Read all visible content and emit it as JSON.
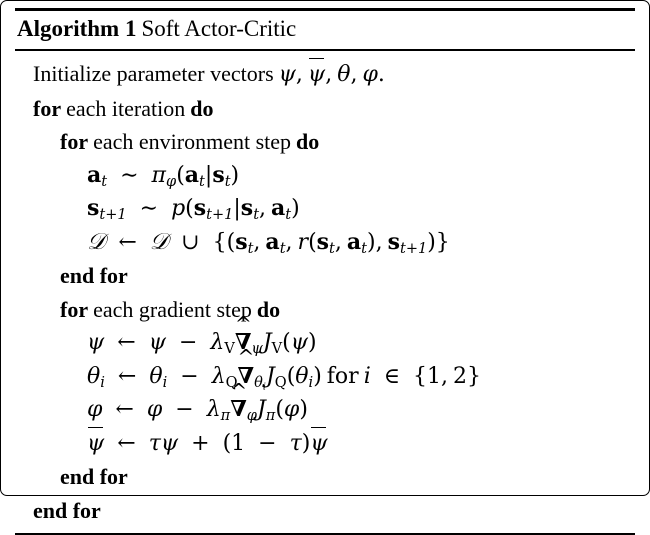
{
  "algorithm": {
    "label": "Algorithm 1",
    "name": "Soft Actor-Critic",
    "keywords": {
      "for": "for",
      "do": "do",
      "end_for": "end for",
      "each_iteration": "each iteration",
      "each_environment_step": "each environment step",
      "each_gradient_step": "each gradient step",
      "for_roman": "for"
    },
    "lines": [
      {
        "id": "init",
        "indent": 1,
        "text": "Initialize parameter vectors ψ, ψ̄, θ, φ."
      },
      {
        "id": "for-iteration",
        "indent": 1,
        "text": "for each iteration do"
      },
      {
        "id": "for-env-step",
        "indent": 2,
        "text": "for each environment step do"
      },
      {
        "id": "sample-action",
        "indent": 3,
        "text": "a_t ~ π_φ(a_t|s_t)"
      },
      {
        "id": "sample-next-state",
        "indent": 3,
        "text": "s_{t+1} ~ p(s_{t+1}|s_t, a_t)"
      },
      {
        "id": "update-buffer",
        "indent": 3,
        "text": "D ← D ∪ {(s_t, a_t, r(s_t, a_t), s_{t+1})}"
      },
      {
        "id": "end-for-env",
        "indent": 2,
        "text": "end for"
      },
      {
        "id": "for-grad-step",
        "indent": 2,
        "text": "for each gradient step do"
      },
      {
        "id": "update-psi",
        "indent": 3,
        "text": "ψ ← ψ − λ_V ∇̂_ψ J_V(ψ)"
      },
      {
        "id": "update-theta",
        "indent": 3,
        "text": "θ_i ← θ_i − λ_Q ∇̂_{θ_i} J_Q(θ_i) for i ∈ {1, 2}"
      },
      {
        "id": "update-phi",
        "indent": 3,
        "text": "φ ← φ − λ_π ∇̂_φ J_π(φ)"
      },
      {
        "id": "update-target",
        "indent": 3,
        "text": "ψ̄ ← τψ + (1 − τ)ψ̄"
      },
      {
        "id": "end-for-grad",
        "indent": 2,
        "text": "end for"
      },
      {
        "id": "end-for-iteration",
        "indent": 1,
        "text": "end for"
      }
    ],
    "tokens": {
      "initialize_prefix": "Initialize parameter vectors",
      "psi": "ψ",
      "theta": "θ",
      "phi": "φ",
      "pi": "π",
      "tau": "τ",
      "lambda": "λ",
      "nabla": "∇",
      "D": "𝒟",
      "J": "J",
      "p": "p",
      "r": "r",
      "V": "V",
      "Q": "Q",
      "i": "i",
      "a": "a",
      "s": "s",
      "t": "t",
      "t_plus_1": "t+1",
      "sim": "∼",
      "gets": "←",
      "cup": "∪",
      "in": "∈",
      "minus": "−",
      "plus": "+",
      "mid": "|",
      "comma": ",",
      "period": ".",
      "one": "1",
      "two": "2"
    }
  },
  "colors": {
    "text": "#000000",
    "background": "#ffffff",
    "rule": "#000000"
  }
}
